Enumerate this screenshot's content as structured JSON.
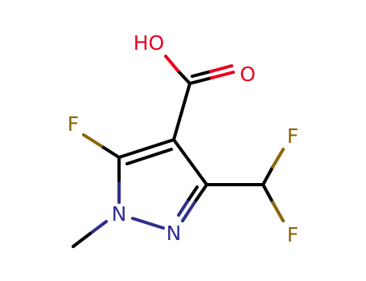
{
  "molecule": {
    "atoms": [
      {
        "id": "hydroxyl-oxygen-label",
        "text": "HO",
        "color": "#e8001f"
      },
      {
        "id": "carbonyl-oxygen-label",
        "text": "O",
        "color": "#e8001f"
      },
      {
        "id": "fluorine-5-label",
        "text": "F",
        "color": "#8b6508"
      },
      {
        "id": "fluorine-a-label",
        "text": "F",
        "color": "#8b6508"
      },
      {
        "id": "fluorine-b-label",
        "text": "F",
        "color": "#8b6508"
      },
      {
        "id": "nitrogen-1-label",
        "text": "N",
        "color": "#2f2f8f"
      },
      {
        "id": "nitrogen-2-label",
        "text": "N",
        "color": "#2f2f8f"
      }
    ],
    "colors": {
      "bond": "#000000",
      "oxygen": "#e8001f",
      "fluorine": "#8b6508",
      "nitrogen": "#2f2f8f"
    }
  }
}
